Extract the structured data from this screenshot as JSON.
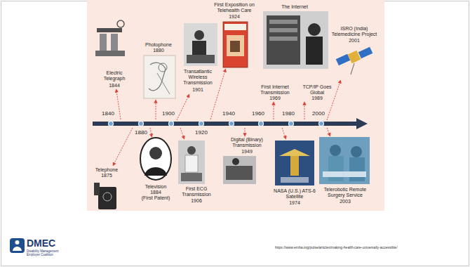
{
  "diagram": {
    "labels": [
      "1840",
      "1880",
      "1900",
      "1920",
      "1940",
      "1960",
      "1980",
      "2000",
      "Electric Telegraph",
      "1844",
      "Photophone",
      "1880",
      "Transatlantic Wireless Transmission",
      "1901",
      "First Exposition on Telehealth Care",
      "1924",
      "The Internet",
      "First Internet Transmission",
      "1969",
      "TCP/IP Goes Global",
      "1989",
      "ISRO (India) Telemedicine Project",
      "2001",
      "Telephone",
      "1875",
      "Television",
      "1884",
      "(First Patent)",
      "First ECG Transmission",
      "1906",
      "Digital (Binary) Transmission",
      "1949",
      "NASA (U.S.) ATS-6 Satellite",
      "1974",
      "Telerobotic Remote Surgery Service",
      "2003",
      "DMEC",
      "Disability Management Employer Coalition",
      "https://www.emba.org/pulse/articles/making-health-care-universally-accessible/"
    ]
  }
}
